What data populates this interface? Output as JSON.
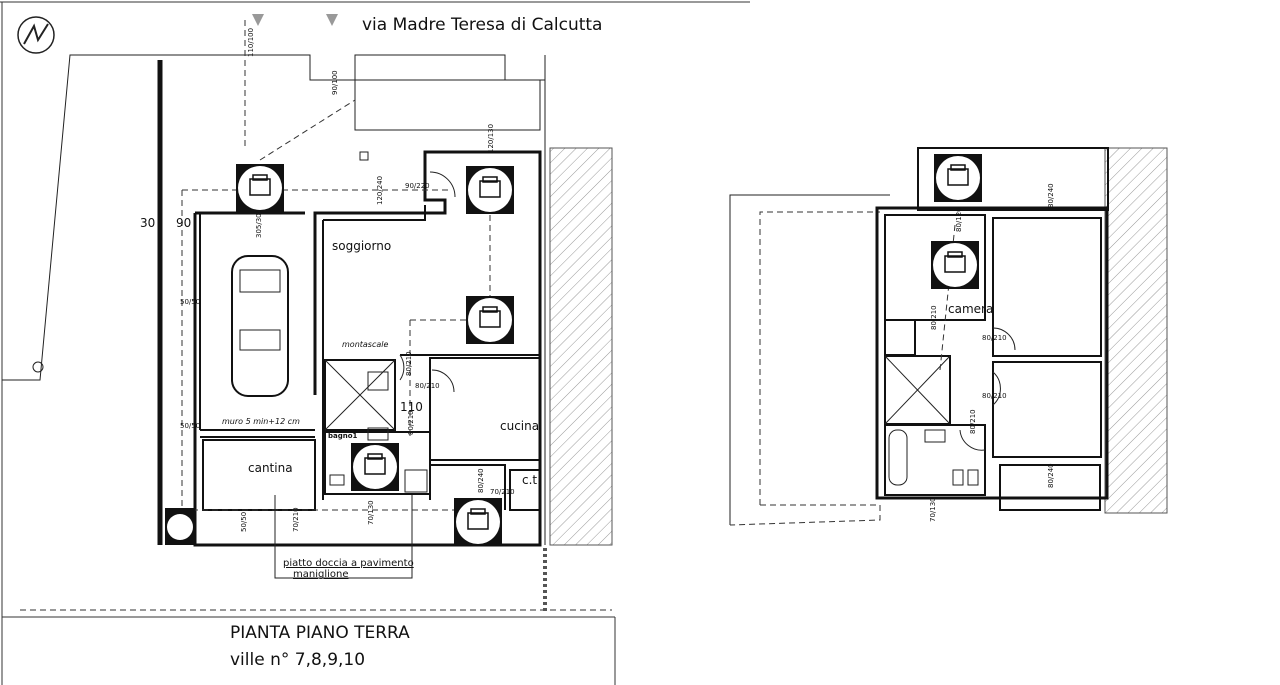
{
  "street": "via Madre Teresa di Calcutta",
  "title": "PIANTA PIANO TERRA",
  "subtitle": "ville n° 7,8,9,10",
  "ground_floor": {
    "rooms": {
      "soggiorno": "soggiorno",
      "cucina": "cucina",
      "cantina": "cantina",
      "bagno": "bagno1",
      "ct": "c.t"
    },
    "notes": {
      "montascale": "montascale",
      "muro": "muro 5 min+12 cm",
      "doccia": "piatto doccia a pavimento",
      "maniglione": "maniglione"
    },
    "dims": {
      "d30": "30",
      "d90": "90",
      "d110": "110",
      "gate_top": "110/100",
      "gate_small": "90/100",
      "door_entry": "90/220",
      "win_top": "120/240",
      "win_right": "120/130",
      "garage_door": "305/30",
      "side1": "50/50",
      "side2": "50/50",
      "door_stair": "80/210",
      "door_cucina": "80/210",
      "door_bagno": "80/210",
      "win_back": "80/240",
      "ct_door": "70/210",
      "bagno_win": "70/130",
      "cantina_win": "50/50",
      "cantina_door": "70/210"
    }
  },
  "upper_floor": {
    "rooms": {
      "camera": "camera"
    },
    "dims": {
      "win_top": "80/240",
      "win_bagno": "80/120",
      "door_camera": "80/210",
      "door1": "80/210",
      "door2": "80/210",
      "door_bath": "80/210",
      "win_bottom": "80/240",
      "win_bath": "70/130"
    }
  }
}
